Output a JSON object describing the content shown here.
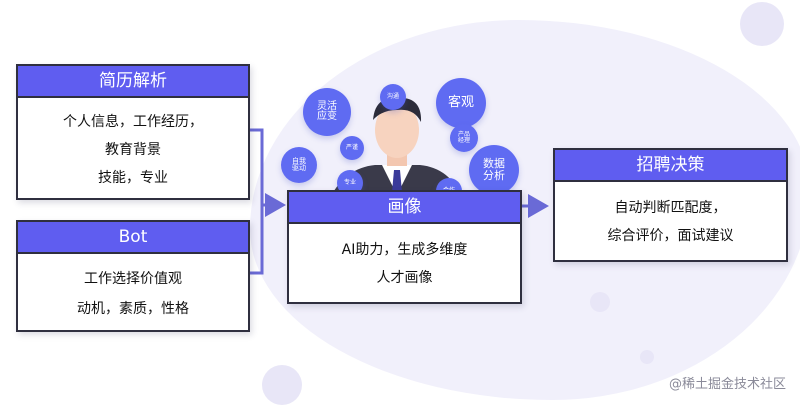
{
  "cards": {
    "resume": {
      "title": "简历解析",
      "lines": [
        "个人信息，工作经历，",
        "教育背景",
        "技能，专业"
      ]
    },
    "bot": {
      "title": "Bot",
      "lines": [
        "工作选择价值观",
        "动机，素质，性格"
      ]
    },
    "portrait": {
      "title": "画像",
      "lines": [
        "AI助力，生成多维度",
        "人才画像"
      ]
    },
    "decision": {
      "title": "招聘决策",
      "lines": [
        "自动判断匹配度，",
        "综合评价，面试建议"
      ]
    }
  },
  "bubbles": {
    "flexible": [
      "灵活",
      "应变"
    ],
    "objective": "客观",
    "data": [
      "数据",
      "分析"
    ],
    "small1": "沟通",
    "small2": "严谨",
    "small3": [
      "自我",
      "驱动"
    ],
    "small4": "专业",
    "small5": [
      "产品",
      "经理"
    ],
    "small6": "合作"
  },
  "watermark": "@稀土掘金技术社区",
  "colors": {
    "accent": "#5f5df0",
    "bubble": "#5f6bf2",
    "border": "#2f2f3f"
  }
}
